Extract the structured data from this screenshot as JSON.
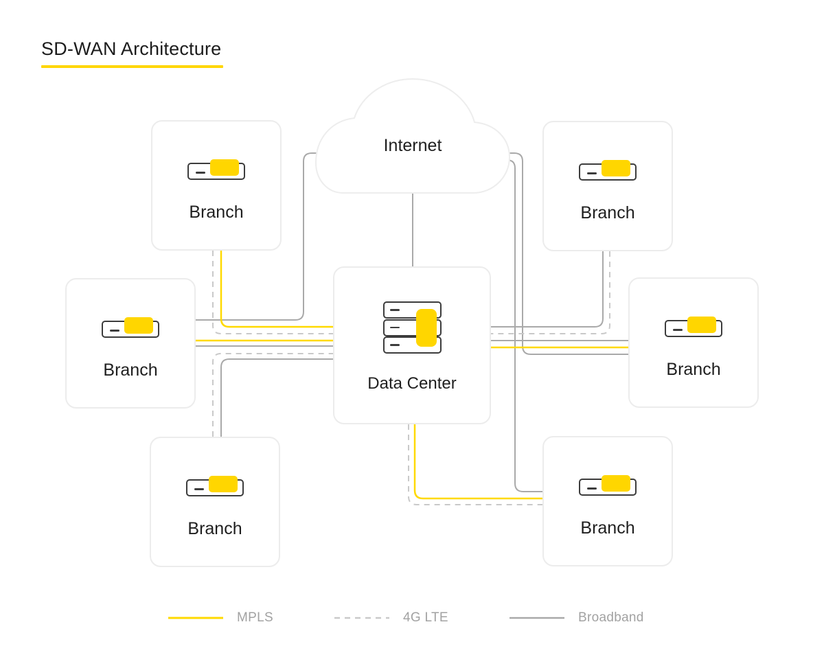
{
  "title": "SD-WAN Architecture",
  "nodes": {
    "internet": {
      "label": "Internet",
      "icon": "cloud-icon"
    },
    "datacenter": {
      "label": "Data Center",
      "icon": "server-icon"
    },
    "branches": [
      {
        "id": "branch-top-left",
        "label": "Branch",
        "icon": "router-icon"
      },
      {
        "id": "branch-top-right",
        "label": "Branch",
        "icon": "router-icon"
      },
      {
        "id": "branch-mid-left",
        "label": "Branch",
        "icon": "router-icon"
      },
      {
        "id": "branch-mid-right",
        "label": "Branch",
        "icon": "router-icon"
      },
      {
        "id": "branch-bottom-left",
        "label": "Branch",
        "icon": "router-icon"
      },
      {
        "id": "branch-bottom-right",
        "label": "Branch",
        "icon": "router-icon"
      }
    ]
  },
  "links": [
    {
      "from": "branch-top-left",
      "to": "data-center",
      "type": "MPLS"
    },
    {
      "from": "branch-top-left",
      "to": "data-center",
      "type": "4G LTE"
    },
    {
      "from": "branch-top-right",
      "to": "data-center",
      "type": "Broadband"
    },
    {
      "from": "branch-top-right",
      "to": "data-center",
      "type": "4G LTE"
    },
    {
      "from": "branch-mid-left",
      "to": "internet",
      "type": "Broadband"
    },
    {
      "from": "branch-mid-left",
      "to": "data-center",
      "type": "MPLS"
    },
    {
      "from": "branch-mid-left",
      "to": "data-center",
      "type": "Broadband"
    },
    {
      "from": "branch-mid-right",
      "to": "internet",
      "type": "Broadband"
    },
    {
      "from": "branch-mid-right",
      "to": "data-center",
      "type": "MPLS"
    },
    {
      "from": "branch-mid-right",
      "to": "data-center",
      "type": "Broadband"
    },
    {
      "from": "branch-bottom-left",
      "to": "data-center",
      "type": "4G LTE"
    },
    {
      "from": "branch-bottom-left",
      "to": "data-center",
      "type": "Broadband"
    },
    {
      "from": "branch-bottom-right",
      "to": "internet",
      "type": "Broadband"
    },
    {
      "from": "branch-bottom-right",
      "to": "data-center",
      "type": "MPLS"
    },
    {
      "from": "branch-bottom-right",
      "to": "data-center",
      "type": "4G LTE"
    },
    {
      "from": "internet",
      "to": "data-center",
      "type": "Broadband"
    }
  ],
  "legend": {
    "items": [
      {
        "label": "MPLS",
        "style": "solid",
        "color": "#FFD900"
      },
      {
        "label": "4G LTE",
        "style": "dashed",
        "color": "#C9C9C9"
      },
      {
        "label": "Broadband",
        "style": "solid",
        "color": "#A9A9A9"
      }
    ]
  },
  "colors": {
    "accent_yellow": "#FFD600",
    "line_mpls": "#FFD900",
    "line_4g": "#C9C9C9",
    "line_broadband": "#A9A9A9",
    "box_border": "#ECECEC",
    "icon_stroke": "#3C3C3C",
    "text_dark": "#1F1F1F",
    "legend_text": "#A2A2A2"
  }
}
